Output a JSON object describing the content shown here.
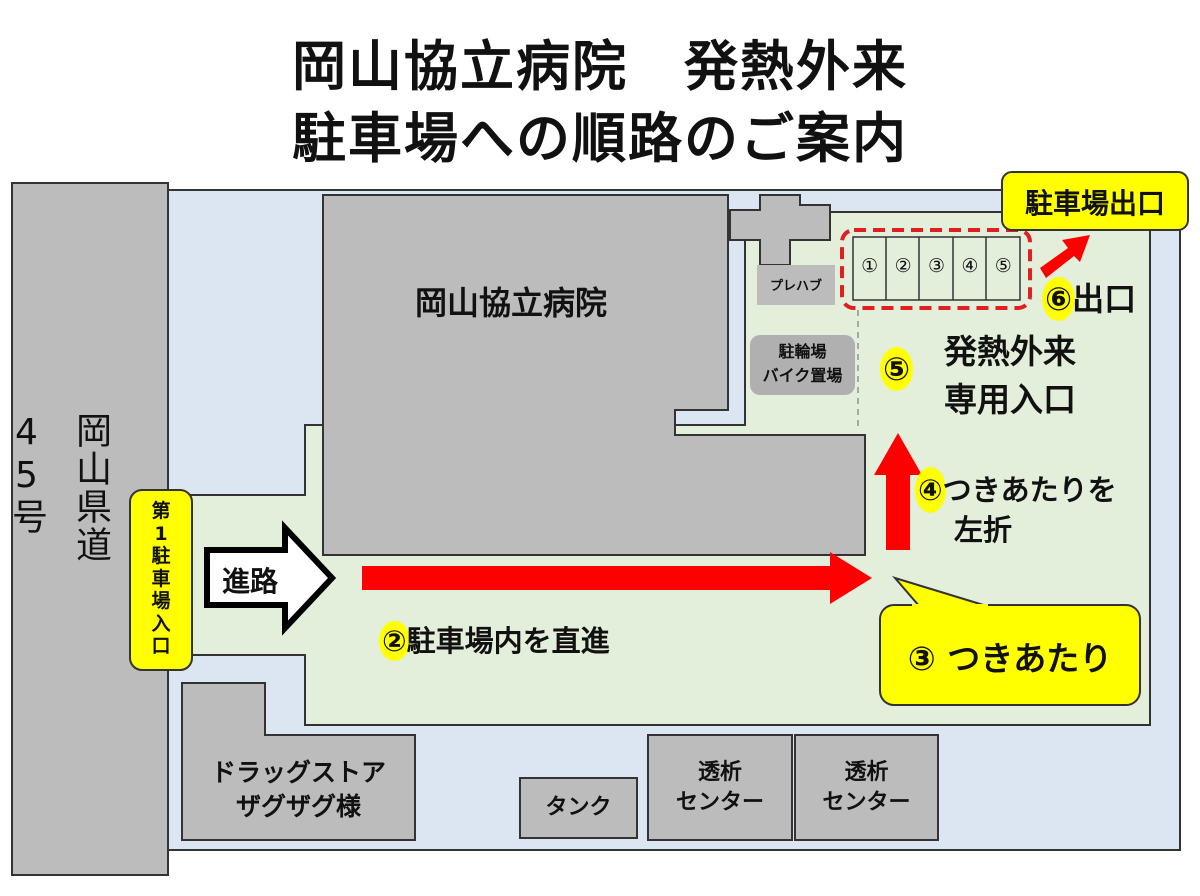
{
  "title": {
    "line1": "岡山協立病院　発熱外来",
    "line2": "駐車場への順路のご案内"
  },
  "road": {
    "label": "岡山県道45号",
    "chars": [
      "岡",
      "山",
      "県",
      "道",
      "45",
      "号"
    ]
  },
  "entrance": {
    "chars": [
      "第",
      "1",
      "駐",
      "車",
      "場",
      "入",
      "口"
    ],
    "label": "第1駐車場入口"
  },
  "hospital": {
    "label": "岡山協立病院"
  },
  "prefab": {
    "label": "プレハブ"
  },
  "bike_parking": {
    "line1": "駐輪場",
    "line2": "バイク置場"
  },
  "parking_spaces": [
    "①",
    "②",
    "③",
    "④",
    "⑤"
  ],
  "exit_box": {
    "label": "駐車場出口"
  },
  "steps": {
    "route": "進路",
    "step2_num": "②",
    "step2": "駐車場内を直進",
    "step3": "③ つきあたり",
    "step4_num": "④",
    "step4_line1": "つきあたりを",
    "step4_line2": "左折",
    "step5_num": "⑤",
    "step5_line1": "発熱外来",
    "step5_line2": "専用入口",
    "step6_num": "⑥",
    "step6": "出口"
  },
  "buildings": {
    "drugstore_line1": "ドラッグストア",
    "drugstore_line2": "ザグザグ様",
    "tank": "タンク",
    "dialysis1_line1": "透析",
    "dialysis1_line2": "センター",
    "dialysis2_line1": "透析",
    "dialysis2_line2": "センター"
  },
  "colors": {
    "road": "#bcbcbc",
    "grounds": "#dce6f2",
    "lot": "#e3eedb",
    "building": "#bcbcbc",
    "highlight": "#ffff00",
    "arrow": "#ff0000"
  }
}
